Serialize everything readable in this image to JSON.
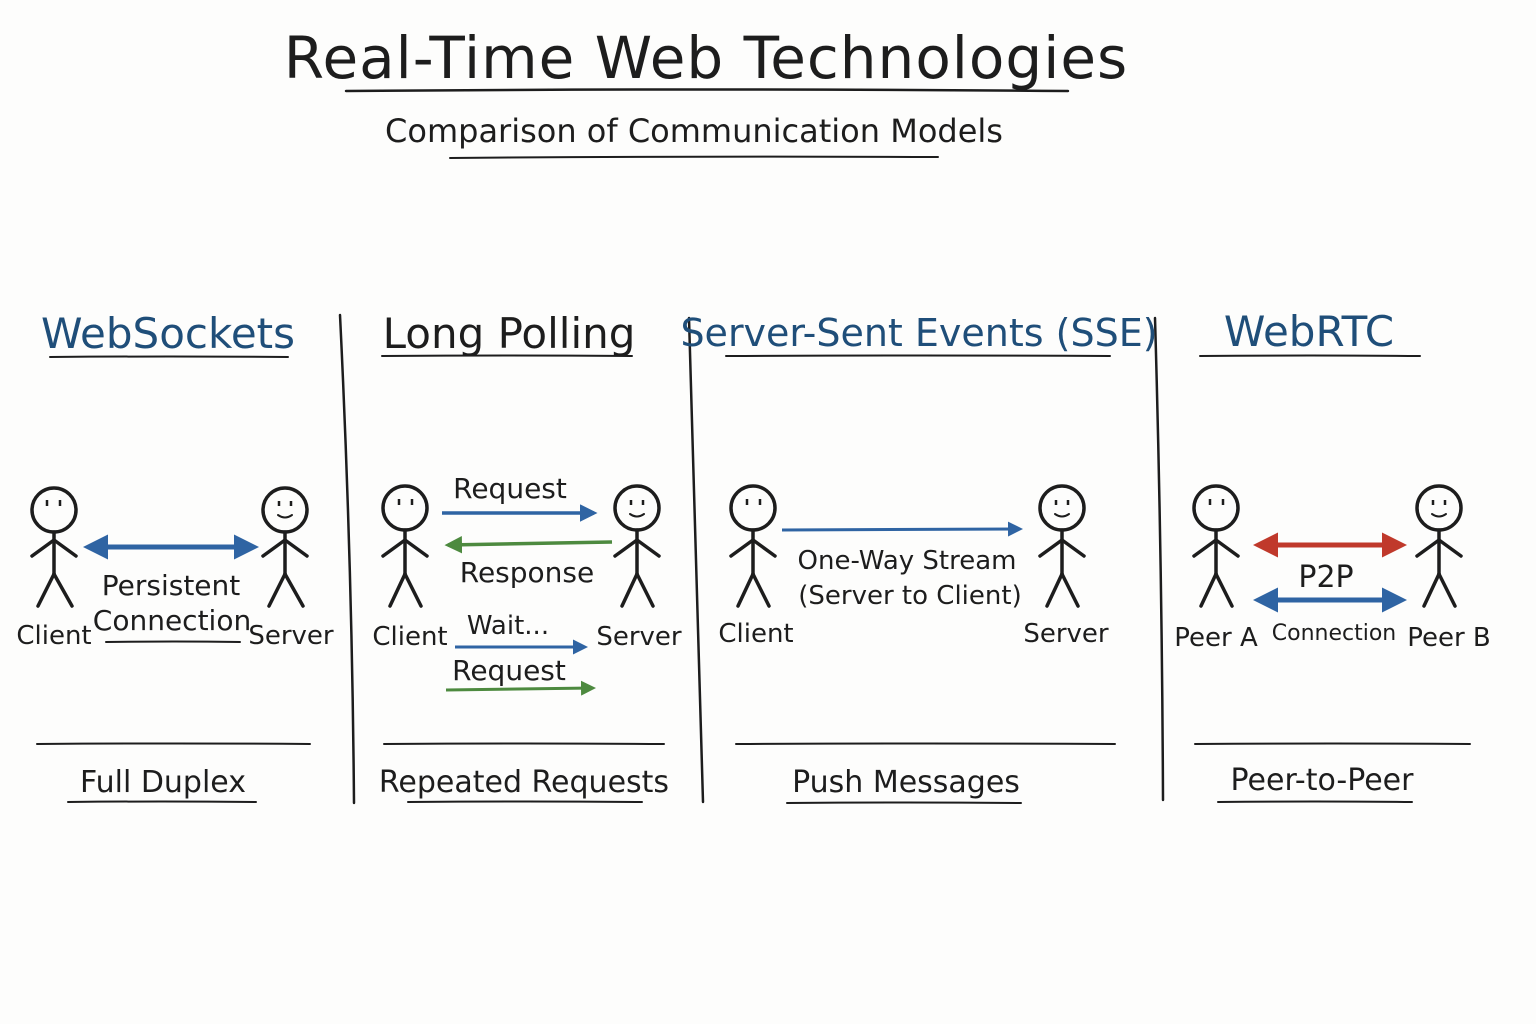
{
  "title": "Real-Time Web Technologies",
  "subtitle": "Comparison of Communication Models",
  "colors": {
    "ink": "#1d1d1d",
    "heading_blue": "#1f4e79",
    "arrow_blue": "#2f64a3",
    "arrow_green": "#4d8a3f",
    "arrow_red": "#c0392b"
  },
  "panels": [
    {
      "id": "websockets",
      "heading": "WebSockets",
      "heading_color": "#1f4e79",
      "actors": [
        "Client",
        "Server"
      ],
      "labels": [
        "Persistent",
        "Connection"
      ],
      "footer": "Full Duplex"
    },
    {
      "id": "long-polling",
      "heading": "Long Polling",
      "heading_color": "#1d1d1d",
      "actors": [
        "Client",
        "Server"
      ],
      "labels": [
        "Request",
        "Response",
        "Wait...",
        "Request"
      ],
      "footer": "Repeated Requests"
    },
    {
      "id": "sse",
      "heading": "Server-Sent Events (SSE)",
      "heading_color": "#1f4e79",
      "actors": [
        "Client",
        "Server"
      ],
      "labels": [
        "One-Way Stream",
        "(Server to Client)"
      ],
      "footer": "Push Messages"
    },
    {
      "id": "webrtc",
      "heading": "WebRTC",
      "heading_color": "#1f4e79",
      "actors": [
        "Peer A",
        "Peer B"
      ],
      "labels": [
        "P2P",
        "Connection"
      ],
      "footer": "Peer-to-Peer"
    }
  ]
}
